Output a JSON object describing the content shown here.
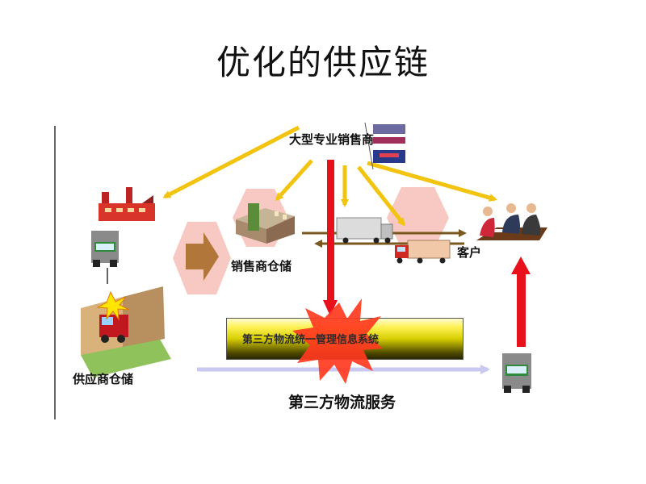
{
  "title": "优化的供应链",
  "labels": {
    "distributor": "大型专业销售商",
    "dealer_warehouse": "销售商仓储",
    "customer": "客户",
    "supplier_warehouse": "供应商仓储",
    "system": "第三方物流统一管理信息系统",
    "service": "第三方物流服务"
  },
  "colors": {
    "flow_arrow": "#f2c40f",
    "red_arrow": "#e8101a",
    "service_arrow": "#c8c8f0",
    "hexagon": "#f7c9c2",
    "burst": "#ff3a1f",
    "product_arrow": "#a06c28"
  }
}
